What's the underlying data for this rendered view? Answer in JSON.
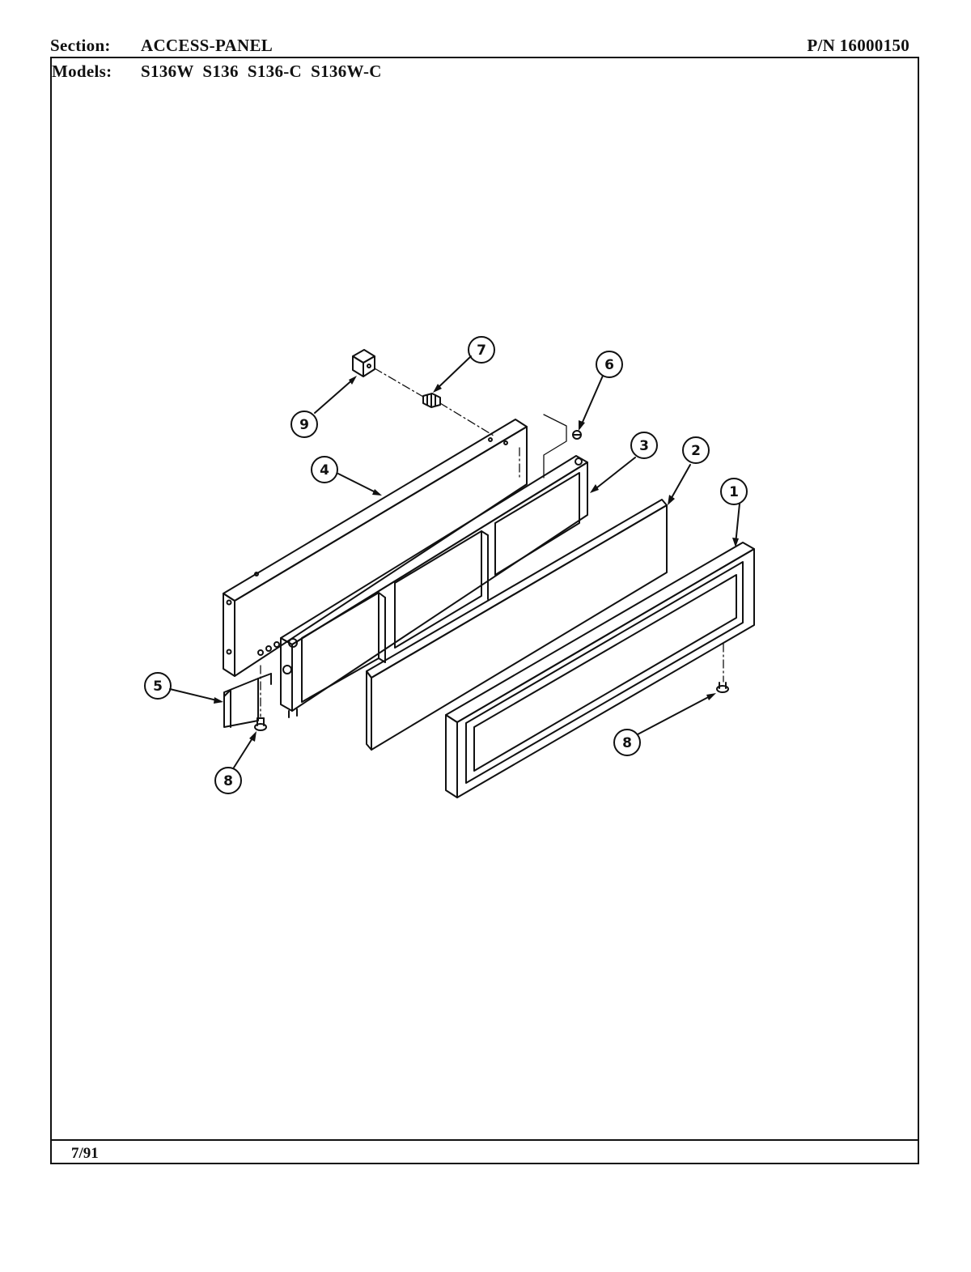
{
  "header": {
    "section_label": "Section:",
    "section_value": "ACCESS-PANEL",
    "part_number": "P/N 16000150",
    "models_label": "Models:",
    "models_value": "S136W  S136  S136-C  S136W-C"
  },
  "footer": {
    "date": "7/91"
  },
  "callouts": {
    "c1": "1",
    "c2": "2",
    "c3": "3",
    "c4": "4",
    "c5": "5",
    "c6": "6",
    "c7": "7",
    "c8a": "8",
    "c8b": "8",
    "c9": "9"
  }
}
